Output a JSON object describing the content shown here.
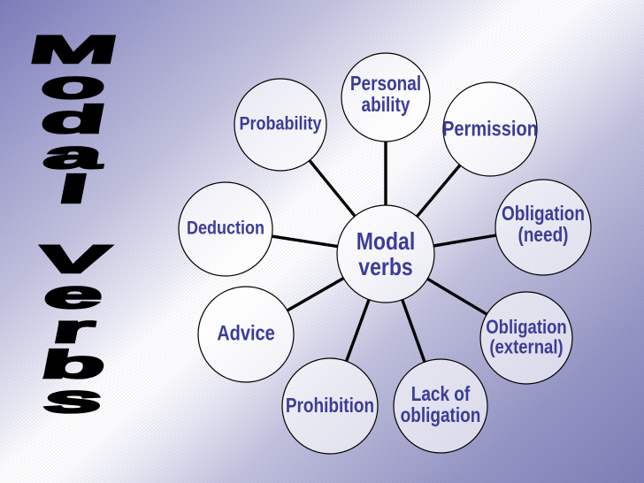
{
  "vertical_title": {
    "text": "Modal Verbs",
    "letters": [
      "M",
      "o",
      "d",
      "a",
      "l",
      "V",
      "e",
      "r",
      "b",
      "s"
    ]
  },
  "center": {
    "label": "Modal\nverbs"
  },
  "nodes": [
    {
      "id": "personal-ability",
      "label": "Personal\nability"
    },
    {
      "id": "probability",
      "label": "Probability"
    },
    {
      "id": "permission",
      "label": "Permission"
    },
    {
      "id": "obligation-need",
      "label": "Obligation\n(need)"
    },
    {
      "id": "deduction",
      "label": "Deduction"
    },
    {
      "id": "obligation-external",
      "label": "Obligation\n(external)"
    },
    {
      "id": "advice",
      "label": "Advice"
    },
    {
      "id": "prohibition",
      "label": "Prohibition"
    },
    {
      "id": "lack-of-obligation",
      "label": "Lack of\nobligation"
    }
  ],
  "colors": {
    "label_text": "#3c3c98",
    "line": "#000000",
    "background_dark_purple": "#7c7cba",
    "background_highlight": "#ffffff",
    "title_text": "#000000"
  }
}
